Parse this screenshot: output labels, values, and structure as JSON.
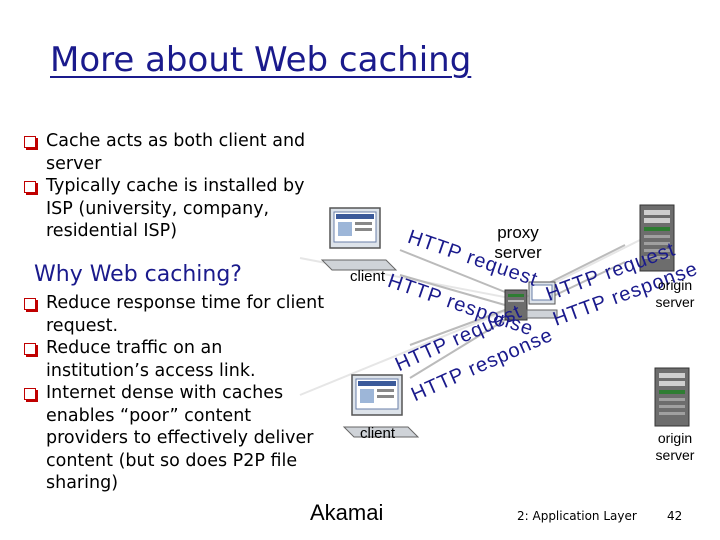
{
  "title": "More about Web caching",
  "bullets_top": [
    "Cache acts as both client and server",
    "Typically cache is installed by ISP (university, company, residential ISP)"
  ],
  "subheading": "Why Web caching?",
  "bullets_bottom": [
    "Reduce response time for client request.",
    "Reduce traffic on an institution’s access link.",
    "Internet dense with caches enables “poor” content providers to effectively deliver content (but so does P2P file sharing)"
  ],
  "diagram": {
    "client_top_label": "client",
    "client_bottom_label": "client",
    "proxy_label": "proxy server",
    "origin_top_label": "origin server",
    "origin_bottom_label": "origin server",
    "http_request": "HTTP request",
    "http_response": "HTTP response",
    "monitor_icon": "desktop-computer-icon",
    "server_icon": "server-tower-icon",
    "proxy_icon": "proxy-server-icon",
    "arrow_color": "#1a1a8c",
    "link_color": "#e8e8e8"
  },
  "akamai": "Akamai",
  "footer": "2: Application Layer",
  "page_number": "42",
  "colors": {
    "title": "#1a1a8c",
    "bullet": "#c00000",
    "server_accent": "#2e7d32"
  }
}
